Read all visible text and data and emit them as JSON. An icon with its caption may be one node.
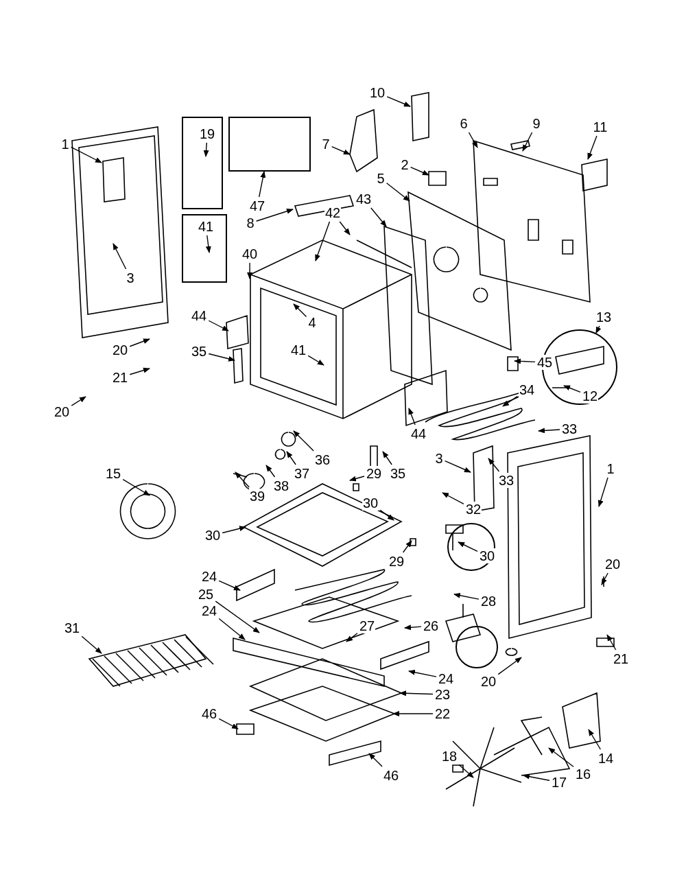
{
  "diagram": {
    "nodes": [
      {
        "text": [],
        "shape": "box"
      },
      {
        "text": [
          "19"
        ],
        "in": 0
      },
      {
        "text": [],
        "shape": "box"
      },
      {
        "text": [
          "10"
        ]
      },
      {
        "text": [
          "9"
        ]
      },
      {
        "text": [
          "6"
        ]
      },
      {
        "text": [
          "11"
        ]
      },
      {
        "text": [
          "1"
        ]
      },
      {
        "text": [
          "7"
        ]
      },
      {
        "text": [
          "2"
        ]
      },
      {
        "text": [
          "5"
        ]
      },
      {
        "text": [
          "43"
        ]
      },
      {
        "text": [
          "42"
        ]
      },
      {
        "text": [
          "47"
        ]
      },
      {
        "text": [
          "8"
        ]
      },
      {
        "text": [],
        "shape": "box"
      },
      {
        "text": [
          "41"
        ],
        "in": 15
      },
      {
        "text": [
          "40"
        ]
      },
      {
        "text": [
          "3"
        ]
      },
      {
        "text": [
          "13"
        ]
      },
      {
        "text": [],
        "shape": "circle"
      },
      {
        "text": [
          "12"
        ],
        "in": 20
      },
      {
        "text": [
          "4"
        ]
      },
      {
        "text": [
          "44"
        ]
      },
      {
        "text": [
          "20"
        ]
      },
      {
        "text": [
          "35"
        ]
      },
      {
        "text": [
          "41"
        ]
      },
      {
        "text": [
          "45"
        ]
      },
      {
        "text": [
          "21"
        ]
      },
      {
        "text": [
          "20"
        ]
      },
      {
        "text": [
          "34"
        ]
      },
      {
        "text": [
          "44"
        ]
      },
      {
        "text": [
          "33"
        ]
      },
      {
        "text": [
          "33"
        ]
      },
      {
        "text": [
          "36"
        ]
      },
      {
        "text": [
          "37"
        ]
      },
      {
        "text": [
          "35"
        ]
      },
      {
        "text": [
          "38"
        ]
      },
      {
        "text": [
          "39"
        ]
      },
      {
        "text": [
          "3"
        ]
      },
      {
        "text": [
          "29"
        ]
      },
      {
        "text": [
          "15"
        ]
      },
      {
        "text": [
          "30"
        ]
      },
      {
        "text": [
          "32"
        ]
      },
      {
        "text": [
          "1"
        ]
      },
      {
        "text": [
          "30"
        ]
      },
      {
        "text": [],
        "shape": "circle"
      },
      {
        "text": [
          "30"
        ],
        "in": 46
      },
      {
        "text": [
          "29"
        ]
      },
      {
        "text": [
          "20"
        ]
      },
      {
        "text": [
          "24"
        ]
      },
      {
        "text": [
          "28"
        ]
      },
      {
        "text": [
          "25"
        ]
      },
      {
        "text": [
          "26"
        ]
      },
      {
        "text": [],
        "shape": "circle"
      },
      {
        "text": [
          "24"
        ]
      },
      {
        "text": [
          "27"
        ]
      },
      {
        "text": [
          "31"
        ]
      },
      {
        "text": [
          "21"
        ]
      },
      {
        "text": [
          "20"
        ]
      },
      {
        "text": [
          "24"
        ]
      },
      {
        "text": [
          "23"
        ]
      },
      {
        "text": [
          "22"
        ]
      },
      {
        "text": [
          "46"
        ]
      },
      {
        "text": [
          "14"
        ]
      },
      {
        "text": [
          "18"
        ]
      },
      {
        "text": [
          "16"
        ]
      },
      {
        "text": [
          "17"
        ]
      },
      {
        "text": [
          "46"
        ]
      }
    ],
    "edges": [
      {
        "from": 1,
        "to": null,
        "arrow": "to"
      },
      {
        "from": 3,
        "to": null,
        "arrow": "to"
      },
      {
        "from": 4,
        "to": null,
        "arrow": "to"
      },
      {
        "from": 5,
        "to": null,
        "arrow": "to"
      },
      {
        "from": 6,
        "to": null,
        "arrow": "to"
      },
      {
        "from": 7,
        "to": null,
        "arrow": "to"
      },
      {
        "from": 8,
        "to": null,
        "arrow": "to"
      },
      {
        "from": 9,
        "to": null,
        "arrow": "to"
      },
      {
        "from": 10,
        "to": null,
        "arrow": "to"
      },
      {
        "from": 11,
        "to": null,
        "arrow": "to"
      },
      {
        "from": 12,
        "to": null,
        "arrow": "to"
      },
      {
        "from": 12,
        "to": null,
        "arrow": "to"
      },
      {
        "from": 13,
        "to": 2,
        "arrow": "to"
      },
      {
        "from": 14,
        "to": null,
        "arrow": "to"
      },
      {
        "from": 16,
        "to": null,
        "arrow": "to"
      },
      {
        "from": 17,
        "to": null,
        "arrow": "to"
      },
      {
        "from": 18,
        "to": null,
        "arrow": "to"
      },
      {
        "from": 19,
        "to": 20,
        "arrow": "to"
      },
      {
        "from": 21,
        "to": null,
        "arrow": "to"
      },
      {
        "from": 22,
        "to": null,
        "arrow": "to"
      },
      {
        "from": 23,
        "to": null,
        "arrow": "to"
      },
      {
        "from": 24,
        "to": null,
        "arrow": "to"
      },
      {
        "from": 25,
        "to": null,
        "arrow": "to"
      },
      {
        "from": 26,
        "to": null,
        "arrow": "to"
      },
      {
        "from": 27,
        "to": null,
        "arrow": "to"
      },
      {
        "from": 28,
        "to": null,
        "arrow": "to"
      },
      {
        "from": 29,
        "to": null,
        "arrow": "to"
      },
      {
        "from": 30,
        "to": null,
        "arrow": "to"
      },
      {
        "from": 31,
        "to": null,
        "arrow": "to"
      },
      {
        "from": 32,
        "to": null,
        "arrow": "to"
      },
      {
        "from": 33,
        "to": null,
        "arrow": "to"
      },
      {
        "from": 34,
        "to": null,
        "arrow": "to"
      },
      {
        "from": 35,
        "to": null,
        "arrow": "to"
      },
      {
        "from": 36,
        "to": null,
        "arrow": "to"
      },
      {
        "from": 37,
        "to": null,
        "arrow": "to"
      },
      {
        "from": 38,
        "to": null,
        "arrow": "to"
      },
      {
        "from": 39,
        "to": null,
        "arrow": "to"
      },
      {
        "from": 40,
        "to": null,
        "arrow": "to"
      },
      {
        "from": 41,
        "to": null,
        "arrow": "to"
      },
      {
        "from": 42,
        "to": null,
        "arrow": "to"
      },
      {
        "from": 43,
        "to": null,
        "arrow": "to"
      },
      {
        "from": 44,
        "to": null,
        "arrow": "to"
      },
      {
        "from": 45,
        "to": null,
        "arrow": "to"
      },
      {
        "from": 47,
        "to": null,
        "arrow": "to"
      },
      {
        "from": 48,
        "to": null,
        "arrow": "to"
      },
      {
        "from": 49,
        "to": null,
        "arrow": "to"
      },
      {
        "from": 50,
        "to": null,
        "arrow": "to"
      },
      {
        "from": 51,
        "to": null,
        "arrow": "to"
      },
      {
        "from": 52,
        "to": null,
        "arrow": "to"
      },
      {
        "from": 53,
        "to": null,
        "arrow": "to"
      },
      {
        "from": 55,
        "to": null,
        "arrow": "to"
      },
      {
        "from": 56,
        "to": null,
        "arrow": "to"
      },
      {
        "from": 57,
        "to": null,
        "arrow": "to"
      },
      {
        "from": 58,
        "to": null,
        "arrow": "to"
      },
      {
        "from": 59,
        "to": null,
        "arrow": "to"
      },
      {
        "from": 60,
        "to": null,
        "arrow": "to"
      },
      {
        "from": 61,
        "to": null,
        "arrow": "to"
      },
      {
        "from": 62,
        "to": null,
        "arrow": "to"
      },
      {
        "from": 63,
        "to": null,
        "arrow": "to"
      },
      {
        "from": 64,
        "to": null,
        "arrow": "to"
      },
      {
        "from": 65,
        "to": null,
        "arrow": "to"
      },
      {
        "from": 66,
        "to": null,
        "arrow": "to"
      },
      {
        "from": 67,
        "to": null,
        "arrow": "to"
      },
      {
        "from": 68,
        "to": null,
        "arrow": "to"
      }
    ]
  }
}
